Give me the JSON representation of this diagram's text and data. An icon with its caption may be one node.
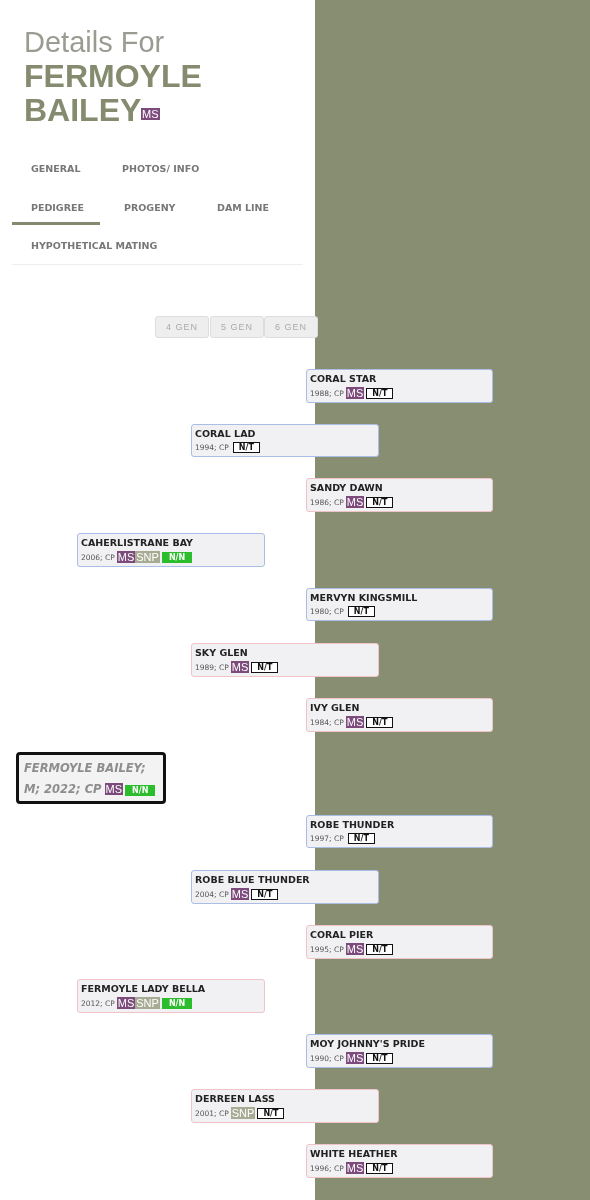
{
  "diagram": {
    "title": "Details For **FERMOYLE BAILEY**",
    "nodes": [
      {
        "text": [
          "CORAL STAR",
          "1988; CP",
          "MS",
          "N/T"
        ]
      },
      {
        "text": [
          "CORAL LAD",
          "1994; CP",
          "N/T"
        ]
      },
      {
        "text": [
          "SANDY DAWN",
          "1986; CP",
          "MS",
          "N/T"
        ]
      },
      {
        "text": [
          "CAHERLISTRANE BAY",
          "2006; CP",
          "MS",
          "SNP",
          "N/N"
        ]
      },
      {
        "text": [
          "MERVYN KINGSMILL",
          "1980; CP",
          "N/T"
        ]
      },
      {
        "text": [
          "SKY GLEN",
          "1989; CP",
          "MS",
          "N/T"
        ]
      },
      {
        "text": [
          "IVY GLEN",
          "1984; CP",
          "MS",
          "N/T"
        ]
      },
      {
        "text": [
          "FERMOYLE BAILEY; M; 2022; CP",
          "MS",
          "N/N"
        ]
      },
      {
        "text": [
          "ROBE THUNDER",
          "1997; CP",
          "N/T"
        ]
      },
      {
        "text": [
          "ROBE BLUE THUNDER",
          "2004; CP",
          "MS",
          "N/T"
        ]
      },
      {
        "text": [
          "CORAL PIER",
          "1995; CP",
          "MS",
          "N/T"
        ]
      },
      {
        "text": [
          "FERMOYLE LADY BELLA",
          "2012; CP",
          "MS",
          "SNP",
          "N/N"
        ]
      },
      {
        "text": [
          "MOY JOHNNY'S PRIDE",
          "1990; CP",
          "MS",
          "N/T"
        ]
      },
      {
        "text": [
          "DERREEN LASS",
          "2001; CP",
          "SNP",
          "N/T"
        ]
      },
      {
        "text": [
          "WHITE HEATHER",
          "1996; CP",
          "MS",
          "N/T"
        ]
      }
    ],
    "labels": [
      "MS",
      "GENERAL",
      "PHOTOS/ INFO",
      "PEDIGREE",
      "PROGENY",
      "DAM LINE",
      "HYPOTHETICAL MATING",
      "4 GEN",
      "5 GEN",
      "6 GEN"
    ]
  }
}
